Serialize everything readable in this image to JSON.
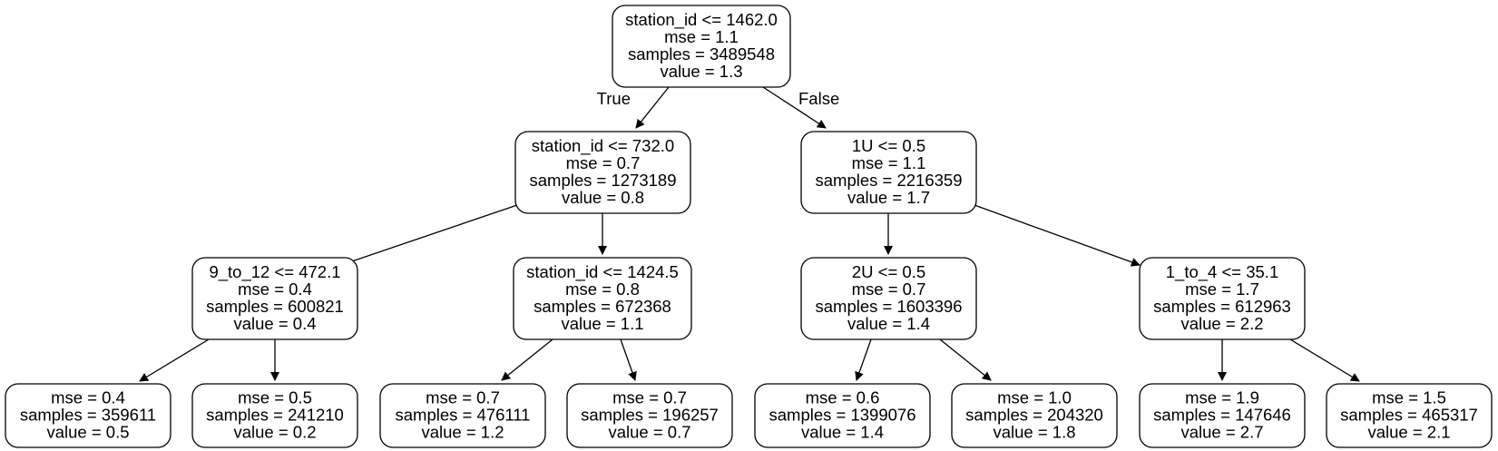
{
  "tree": {
    "nodes": [
      {
        "id": "n0",
        "lines": [
          "station_id <= 1462.0",
          "mse = 1.1",
          "samples = 3489548",
          "value = 1.3"
        ]
      },
      {
        "id": "n1",
        "lines": [
          "station_id <= 732.0",
          "mse = 0.7",
          "samples = 1273189",
          "value = 0.8"
        ]
      },
      {
        "id": "n8",
        "lines": [
          "1U <= 0.5",
          "mse = 1.1",
          "samples = 2216359",
          "value = 1.7"
        ]
      },
      {
        "id": "n2",
        "lines": [
          "9_to_12 <= 472.1",
          "mse = 0.4",
          "samples = 600821",
          "value = 0.4"
        ]
      },
      {
        "id": "n5",
        "lines": [
          "station_id <= 1424.5",
          "mse = 0.8",
          "samples = 672368",
          "value = 1.1"
        ]
      },
      {
        "id": "n9",
        "lines": [
          "2U <= 0.5",
          "mse = 0.7",
          "samples = 1603396",
          "value = 1.4"
        ]
      },
      {
        "id": "n12",
        "lines": [
          "1_to_4 <= 35.1",
          "mse = 1.7",
          "samples = 612963",
          "value = 2.2"
        ]
      },
      {
        "id": "n3",
        "lines": [
          "mse = 0.4",
          "samples = 359611",
          "value = 0.5"
        ]
      },
      {
        "id": "n4",
        "lines": [
          "mse = 0.5",
          "samples = 241210",
          "value = 0.2"
        ]
      },
      {
        "id": "n6",
        "lines": [
          "mse = 0.7",
          "samples = 476111",
          "value = 1.2"
        ]
      },
      {
        "id": "n7",
        "lines": [
          "mse = 0.7",
          "samples = 196257",
          "value = 0.7"
        ]
      },
      {
        "id": "n10",
        "lines": [
          "mse = 0.6",
          "samples = 1399076",
          "value = 1.4"
        ]
      },
      {
        "id": "n11",
        "lines": [
          "mse = 1.0",
          "samples = 204320",
          "value = 1.8"
        ]
      },
      {
        "id": "n13",
        "lines": [
          "mse = 1.9",
          "samples = 147646",
          "value = 2.7"
        ]
      },
      {
        "id": "n14",
        "lines": [
          "mse = 1.5",
          "samples = 465317",
          "value = 2.1"
        ]
      }
    ],
    "edges": [
      {
        "from": "n0",
        "to": "n1",
        "label": "True"
      },
      {
        "from": "n0",
        "to": "n8",
        "label": "False"
      },
      {
        "from": "n1",
        "to": "n2",
        "label": ""
      },
      {
        "from": "n1",
        "to": "n5",
        "label": ""
      },
      {
        "from": "n8",
        "to": "n9",
        "label": ""
      },
      {
        "from": "n8",
        "to": "n12",
        "label": ""
      },
      {
        "from": "n2",
        "to": "n3",
        "label": ""
      },
      {
        "from": "n2",
        "to": "n4",
        "label": ""
      },
      {
        "from": "n5",
        "to": "n6",
        "label": ""
      },
      {
        "from": "n5",
        "to": "n7",
        "label": ""
      },
      {
        "from": "n9",
        "to": "n10",
        "label": ""
      },
      {
        "from": "n9",
        "to": "n11",
        "label": ""
      },
      {
        "from": "n12",
        "to": "n13",
        "label": ""
      },
      {
        "from": "n12",
        "to": "n14",
        "label": ""
      }
    ]
  }
}
